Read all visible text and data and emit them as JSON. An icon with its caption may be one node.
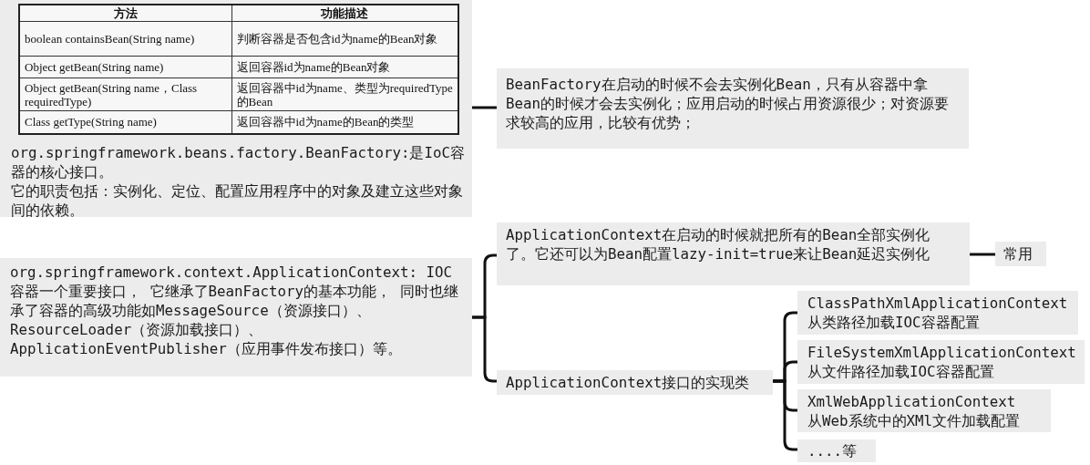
{
  "diagram": {
    "nodes": [
      {
        "text": [
          "org.springframework.beans.factory.BeanFactory:是IoC容器的核心接口。",
          "它的职责包括：实例化、定位、配置应用程序中的对象及建立这些对象间的依赖。"
        ]
      },
      {
        "text": [
          "BeanFactory在启动的时候不会去实例化Bean，只有从容器中拿Bean的时候才会去实例化；应用启动的时候占用资源很少；对资源要求较高的应用，比较有优势；"
        ]
      },
      {
        "text": [
          "org.springframework.context.ApplicationContext: IOC容器一个重要接口， 它继承了BeanFactory的基本功能， 同时也继承了容器的高级功能如MessageSource（资源接口）、ResourceLoader（资源加载接口）、ApplicationEventPublisher（应用事件发布接口）等。"
        ]
      },
      {
        "text": [
          "ApplicationContext在启动的时候就把所有的Bean全部实例化了。它还可以为Bean配置lazy-init=true来让Bean延迟实例化"
        ]
      },
      {
        "text": [
          "常用"
        ]
      },
      {
        "text": [
          "ApplicationContext接口的实现类"
        ]
      },
      {
        "text": [
          "ClassPathXmlApplicationContext",
          "从类路径加载IOC容器配置"
        ]
      },
      {
        "text": [
          "FileSystemXmlApplicationContext",
          "从文件路径加载IOC容器配置"
        ]
      },
      {
        "text": [
          "XmlWebApplicationContext",
          "从Web系统中的XMl文件加载配置"
        ]
      },
      {
        "text": [
          "....等"
        ]
      }
    ],
    "edges": [
      {
        "from": 0,
        "to": 1,
        "arrow": "none"
      },
      {
        "from": 2,
        "to": 3,
        "arrow": "none"
      },
      {
        "from": 2,
        "to": 5,
        "arrow": "none"
      },
      {
        "from": 3,
        "to": 4,
        "arrow": "none"
      },
      {
        "from": 5,
        "to": 6,
        "arrow": "none"
      },
      {
        "from": 5,
        "to": 7,
        "arrow": "none"
      },
      {
        "from": 5,
        "to": 8,
        "arrow": "none"
      },
      {
        "from": 5,
        "to": 9,
        "arrow": "none"
      }
    ],
    "labels": [
      "方法",
      "功能描述",
      "boolean containsBean(String name)",
      "判断容器是否包含id为name的Bean对象",
      "Object getBean(String name)",
      "返回容器id为name的Bean对象",
      "Object getBean(String name，Class requiredType)",
      "返回容器中id为name、类型为requiredType的Bean",
      "Class getType(String name)",
      "返回容器中id为name的Bean的类型"
    ]
  }
}
